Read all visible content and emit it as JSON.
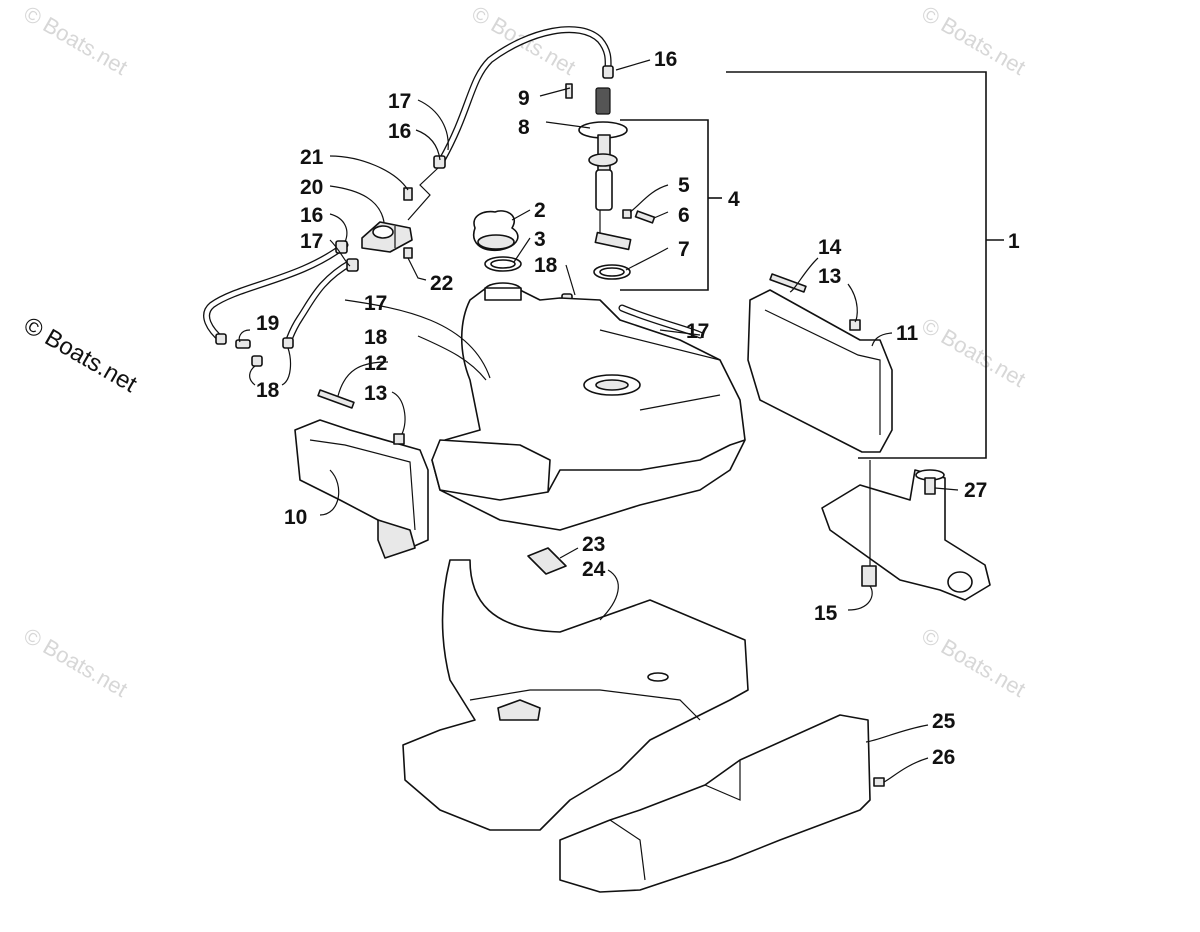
{
  "watermark": {
    "text": "© Boats.net",
    "side_text": "© Boats.net"
  },
  "callouts": [
    {
      "id": "c1",
      "text": "1"
    },
    {
      "id": "c2",
      "text": "2"
    },
    {
      "id": "c3",
      "text": "3"
    },
    {
      "id": "c4",
      "text": "4"
    },
    {
      "id": "c5",
      "text": "5"
    },
    {
      "id": "c6",
      "text": "6"
    },
    {
      "id": "c7",
      "text": "7"
    },
    {
      "id": "c8",
      "text": "8"
    },
    {
      "id": "c9",
      "text": "9"
    },
    {
      "id": "c10",
      "text": "10"
    },
    {
      "id": "c11",
      "text": "11"
    },
    {
      "id": "c12",
      "text": "12"
    },
    {
      "id": "c13a",
      "text": "13"
    },
    {
      "id": "c13b",
      "text": "13"
    },
    {
      "id": "c14",
      "text": "14"
    },
    {
      "id": "c15",
      "text": "15"
    },
    {
      "id": "c16a",
      "text": "16"
    },
    {
      "id": "c16b",
      "text": "16"
    },
    {
      "id": "c16c",
      "text": "16"
    },
    {
      "id": "c17a",
      "text": "17"
    },
    {
      "id": "c17b",
      "text": "17"
    },
    {
      "id": "c17c",
      "text": "17"
    },
    {
      "id": "c17d",
      "text": "17"
    },
    {
      "id": "c18a",
      "text": "18"
    },
    {
      "id": "c18b",
      "text": "18"
    },
    {
      "id": "c18c",
      "text": "18"
    },
    {
      "id": "c19",
      "text": "19"
    },
    {
      "id": "c20",
      "text": "20"
    },
    {
      "id": "c21",
      "text": "21"
    },
    {
      "id": "c22",
      "text": "22"
    },
    {
      "id": "c23",
      "text": "23"
    },
    {
      "id": "c24",
      "text": "24"
    },
    {
      "id": "c25",
      "text": "25"
    },
    {
      "id": "c26",
      "text": "26"
    },
    {
      "id": "c27",
      "text": "27"
    }
  ]
}
